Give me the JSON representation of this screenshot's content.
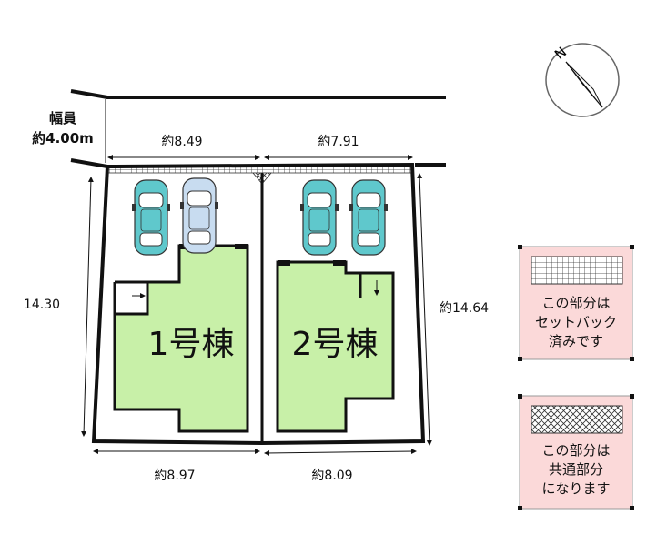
{
  "road": {
    "label": "幅員",
    "width": "約4.00m"
  },
  "dimensions": {
    "top_left": "約8.49",
    "top_right": "約7.91",
    "left": "14.30",
    "right": "約14.64",
    "bottom_left": "約8.97",
    "bottom_right": "約8.09"
  },
  "lots": [
    {
      "label": "1号棟",
      "fill": "#c8f0a8"
    },
    {
      "label": "2号棟",
      "fill": "#c8f0a8"
    }
  ],
  "legend": [
    {
      "pattern": "grid",
      "lines": [
        "この部分は",
        "セットバック",
        "済みです"
      ]
    },
    {
      "pattern": "crosshatch",
      "lines": [
        "この部分は",
        "共通部分",
        "になります"
      ]
    }
  ],
  "colors": {
    "house": "#c8f0a8",
    "car": "#5fc8cc",
    "car_light": "#c8dcf0",
    "legend_bg": "#fbd9d9"
  },
  "compass": {
    "icon": "north-arrow-icon",
    "label": "N"
  }
}
